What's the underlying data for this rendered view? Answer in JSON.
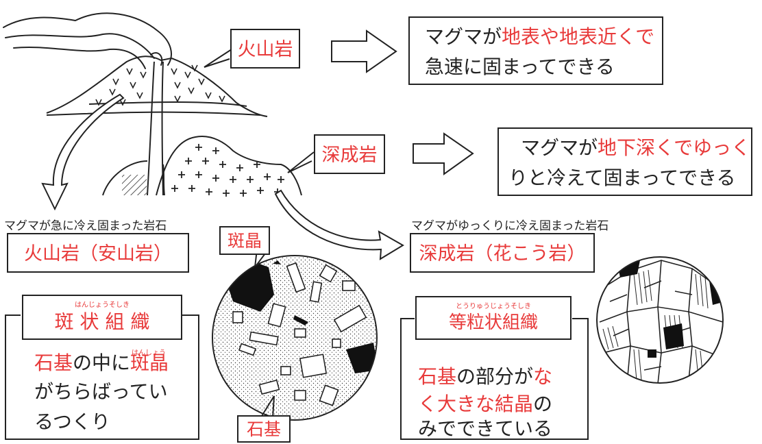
{
  "labels": {
    "volcanic": "火山岩",
    "plutonic": "深成岩",
    "volcanic_example": "火山岩（安山岩）",
    "plutonic_example": "深成岩（花こう岩）",
    "phenocryst": "斑晶",
    "groundmass": "石基"
  },
  "captions": {
    "volcanic": "マグマが急に冷え固まった岩石",
    "plutonic": "マグマがゆっくりに冷え固まった岩石"
  },
  "volcanic_desc": {
    "line1_black": "マグマが",
    "line1_red": "地表や地表近くで",
    "line2_red": "急速に固まってできる"
  },
  "plutonic_desc": {
    "line1_black": "マグマが",
    "line1_red": "地下深くでゆっく",
    "line2_red": "りと冷えて固まってできる"
  },
  "porphyritic": {
    "title": "斑 状 組 織",
    "title_ruby": "はんじょうそしき",
    "d1_red": "石基",
    "d1_black": "の中に",
    "d1_red2": "斑晶",
    "d1_ruby": "はんしょう",
    "d2": "がちらばってい",
    "d3": "るつくり"
  },
  "equigranular": {
    "title": "等粒状組織",
    "title_ruby": "とうりゅうじょうそしき",
    "d1_red": "石基",
    "d1_black": "の部分が",
    "d1_red2": "な",
    "d2_red": "く大きな結晶",
    "d2_black": "の",
    "d3": "みでできている"
  },
  "colors": {
    "accent": "#e83a3a",
    "ink": "#222222"
  }
}
